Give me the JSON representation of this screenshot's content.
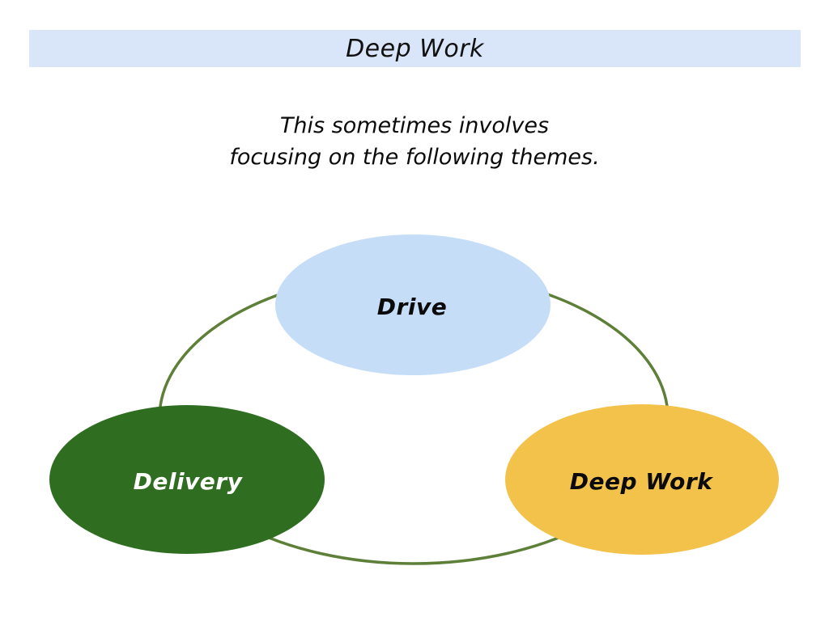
{
  "banner": {
    "title": "Deep Work",
    "background": "#d9e6f9"
  },
  "subtitle": {
    "line1": "This sometimes involves",
    "line2": "focusing on the following themes."
  },
  "diagram": {
    "ring_color": "#5e7f37",
    "nodes": [
      {
        "id": "drive",
        "label": "Drive",
        "fill": "#c6ddf7",
        "text_color": "#0b0b0b"
      },
      {
        "id": "delivery",
        "label": "Delivery",
        "fill": "#2f6e21",
        "text_color": "#ffffff"
      },
      {
        "id": "deep-work",
        "label": "Deep Work",
        "fill": "#f3c24a",
        "text_color": "#0b0b0b"
      }
    ]
  }
}
